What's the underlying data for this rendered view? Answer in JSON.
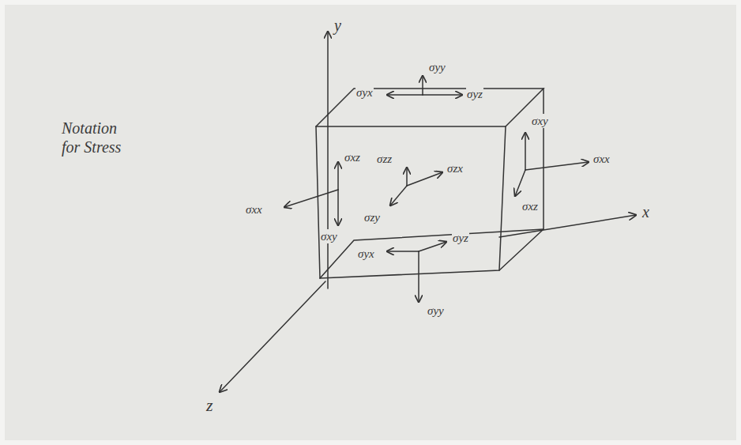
{
  "diagram": {
    "title": "Notation for Stress",
    "labels": [
      "y",
      "σyy",
      "σyx",
      "σyz",
      "σxy",
      "σxx",
      "σxz",
      "σxz",
      "σxx",
      "σxy",
      "σzz",
      "σzx",
      "σzy",
      "σyz",
      "σyx",
      "σyy",
      "x",
      "z"
    ]
  }
}
